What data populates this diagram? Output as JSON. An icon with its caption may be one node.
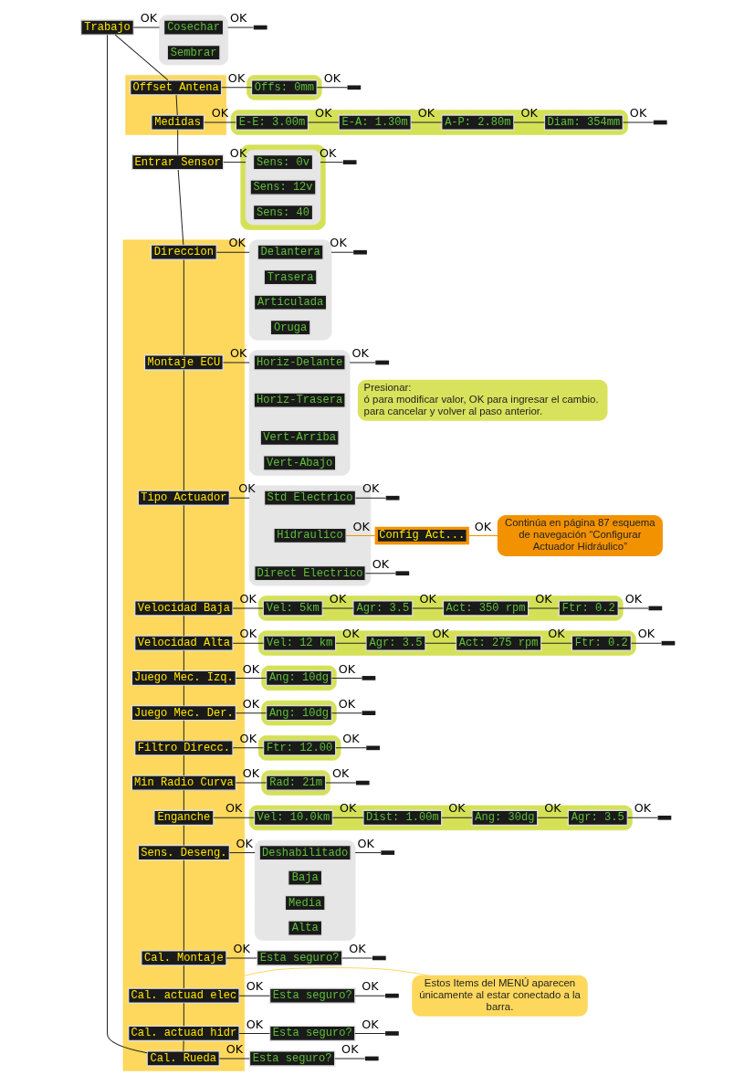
{
  "diagram": {
    "nodes": [
      {
        "text": [
          "Trabajo"
        ]
      },
      {
        "text": [],
        "shape": "box"
      },
      {
        "text": [
          "Cosechar"
        ],
        "in": 1
      },
      {
        "text": [
          "Sembrar"
        ],
        "in": 1
      },
      {
        "text": [],
        "shape": "band"
      },
      {
        "text": [
          "Offset Antena"
        ],
        "in": 4
      },
      {
        "text": [
          "Medidas"
        ],
        "in": 4
      },
      {
        "text": [],
        "shape": "box"
      },
      {
        "text": [
          "Offs: 0mm"
        ],
        "in": 7
      },
      {
        "text": [],
        "shape": "box"
      },
      {
        "text": [
          "E-E: 3.00m"
        ],
        "in": 9
      },
      {
        "text": [
          "E-A: 1.30m"
        ],
        "in": 9
      },
      {
        "text": [
          "A-P: 2.80m"
        ],
        "in": 9
      },
      {
        "text": [
          "Diam: 354mm"
        ],
        "in": 9
      },
      {
        "text": [
          "Entrar Sensor"
        ]
      },
      {
        "text": [],
        "shape": "box"
      },
      {
        "text": [],
        "shape": "box",
        "in": 15
      },
      {
        "text": [
          "Sens: 0v"
        ],
        "in": 16
      },
      {
        "text": [
          "Sens: 12v"
        ],
        "in": 16
      },
      {
        "text": [
          "Sens: 40"
        ],
        "in": 16
      },
      {
        "text": [],
        "shape": "band"
      },
      {
        "text": [
          "Direccion"
        ],
        "in": 20
      },
      {
        "text": [],
        "shape": "box"
      },
      {
        "text": [
          "Delantera"
        ],
        "in": 22
      },
      {
        "text": [
          "Trasera"
        ],
        "in": 22
      },
      {
        "text": [
          "Articulada"
        ],
        "in": 22
      },
      {
        "text": [
          "Oruga"
        ],
        "in": 22
      },
      {
        "text": [
          "Montaje ECU"
        ],
        "in": 20
      },
      {
        "text": [],
        "shape": "box"
      },
      {
        "text": [
          "Horiz-Delante"
        ],
        "in": 28
      },
      {
        "text": [
          "Horiz-Trasera"
        ],
        "in": 28
      },
      {
        "text": [
          "Vert-Arriba"
        ],
        "in": 28
      },
      {
        "text": [
          "Vert-Abajo"
        ],
        "in": 28
      },
      {
        "text": [
          "Tipo Actuador"
        ],
        "in": 20
      },
      {
        "text": [],
        "shape": "box"
      },
      {
        "text": [
          "Std Electrico"
        ],
        "in": 34
      },
      {
        "text": [
          "Hidraulico"
        ],
        "in": 34
      },
      {
        "text": [
          "Direct Electrico"
        ],
        "in": 34
      },
      {
        "text": [
          "Config Act..."
        ]
      },
      {
        "text": [
          "Continúa en página 87 esquema de navegación “Configurar Actuador Hidráulico”"
        ]
      },
      {
        "text": [
          "Velocidad Baja"
        ],
        "in": 20
      },
      {
        "text": [],
        "shape": "box"
      },
      {
        "text": [
          "Vel: 5km"
        ],
        "in": 41
      },
      {
        "text": [
          "Agr: 3.5"
        ],
        "in": 41
      },
      {
        "text": [
          "Act: 350 rpm"
        ],
        "in": 41
      },
      {
        "text": [
          "Ftr: 0.2"
        ],
        "in": 41
      },
      {
        "text": [
          "Velocidad Alta"
        ],
        "in": 20
      },
      {
        "text": [],
        "shape": "box"
      },
      {
        "text": [
          "Vel: 12 km"
        ],
        "in": 47
      },
      {
        "text": [
          "Agr: 3.5"
        ],
        "in": 47
      },
      {
        "text": [
          "Act: 275 rpm"
        ],
        "in": 47
      },
      {
        "text": [
          "Ftr: 0.2"
        ],
        "in": 47
      },
      {
        "text": [
          "Juego Mec. Izq."
        ],
        "in": 20
      },
      {
        "text": [],
        "shape": "box"
      },
      {
        "text": [
          "Ang: 10dg"
        ],
        "in": 53
      },
      {
        "text": [
          "Juego Mec. Der."
        ],
        "in": 20
      },
      {
        "text": [],
        "shape": "box"
      },
      {
        "text": [
          "Ang: 10dg"
        ],
        "in": 56
      },
      {
        "text": [
          "Filtro Direcc."
        ],
        "in": 20
      },
      {
        "text": [],
        "shape": "box"
      },
      {
        "text": [
          "Ftr: 12.00"
        ],
        "in": 59
      },
      {
        "text": [
          "Min Radio Curva"
        ],
        "in": 20
      },
      {
        "text": [],
        "shape": "box"
      },
      {
        "text": [
          "Rad: 21m"
        ],
        "in": 62
      },
      {
        "text": [
          "Enganche"
        ],
        "in": 20
      },
      {
        "text": [],
        "shape": "box"
      },
      {
        "text": [
          "Vel: 10.0km"
        ],
        "in": 65
      },
      {
        "text": [
          "Dist: 1.00m"
        ],
        "in": 65
      },
      {
        "text": [
          "Ang: 30dg"
        ],
        "in": 65
      },
      {
        "text": [
          "Agr: 3.5"
        ],
        "in": 65
      },
      {
        "text": [
          "Sens. Deseng."
        ],
        "in": 20
      },
      {
        "text": [],
        "shape": "box"
      },
      {
        "text": [
          "Deshabilitado"
        ],
        "in": 71
      },
      {
        "text": [
          "Baja"
        ],
        "in": 71
      },
      {
        "text": [
          "Media"
        ],
        "in": 71
      },
      {
        "text": [
          "Alta"
        ],
        "in": 71
      },
      {
        "text": [
          "Cal. Montaje"
        ],
        "in": 20
      },
      {
        "text": [
          "Esta seguro?"
        ]
      },
      {
        "text": [
          "Cal. actuad elec"
        ],
        "in": 20
      },
      {
        "text": [
          "Esta seguro?"
        ]
      },
      {
        "text": [
          "Cal. actuad hidr"
        ],
        "in": 20
      },
      {
        "text": [
          "Esta seguro?"
        ]
      },
      {
        "text": [
          "Cal. Rueda"
        ],
        "in": 20
      },
      {
        "text": [
          "Esta seguro?"
        ]
      },
      {
        "text": [
          "Presionar:",
          "ó para modificar valor, OK para ingresar el cambio.",
          "para cancelar y volver al paso anterior."
        ]
      },
      {
        "text": [
          "Estos Items del MENÚ aparecen únicamente al estar conectado a la barra."
        ]
      }
    ],
    "edges": [
      {
        "from": 0,
        "to": 5,
        "arrow": "none"
      },
      {
        "from": 5,
        "to": 6,
        "arrow": "none"
      },
      {
        "from": 6,
        "to": 14,
        "arrow": "none"
      },
      {
        "from": 14,
        "to": 21,
        "arrow": "none"
      },
      {
        "from": 21,
        "to": 27,
        "arrow": "none"
      },
      {
        "from": 27,
        "to": 33,
        "arrow": "none"
      },
      {
        "from": 33,
        "to": 40,
        "arrow": "none"
      },
      {
        "from": 40,
        "to": 46,
        "arrow": "none"
      },
      {
        "from": 46,
        "to": 52,
        "arrow": "none"
      },
      {
        "from": 52,
        "to": 55,
        "arrow": "none"
      },
      {
        "from": 55,
        "to": 58,
        "arrow": "none"
      },
      {
        "from": 58,
        "to": 61,
        "arrow": "none"
      },
      {
        "from": 61,
        "to": 64,
        "arrow": "none"
      },
      {
        "from": 64,
        "to": 70,
        "arrow": "none"
      },
      {
        "from": 70,
        "to": 76,
        "arrow": "none"
      },
      {
        "from": 76,
        "to": 78,
        "arrow": "none"
      },
      {
        "from": 78,
        "to": 80,
        "arrow": "none"
      },
      {
        "from": 80,
        "to": 82,
        "arrow": "none"
      },
      {
        "from": 82,
        "to": 0,
        "arrow": "none"
      },
      {
        "from": 0,
        "to": 1,
        "label": "OK",
        "arrow": "none"
      },
      {
        "from": 1,
        "to": null,
        "label": "OK",
        "arrow": "none"
      },
      {
        "from": 5,
        "to": 8,
        "label": "OK",
        "arrow": "none"
      },
      {
        "from": 8,
        "to": null,
        "label": "OK",
        "arrow": "none"
      },
      {
        "from": 6,
        "to": 10,
        "label": "OK",
        "arrow": "none"
      },
      {
        "from": 10,
        "to": 11,
        "label": "OK",
        "arrow": "none"
      },
      {
        "from": 11,
        "to": 12,
        "label": "OK",
        "arrow": "none"
      },
      {
        "from": 12,
        "to": 13,
        "label": "OK",
        "arrow": "none"
      },
      {
        "from": 13,
        "to": null,
        "label": "OK",
        "arrow": "none"
      },
      {
        "from": 14,
        "to": 16,
        "label": "OK",
        "arrow": "none"
      },
      {
        "from": 16,
        "to": null,
        "label": "OK",
        "arrow": "none"
      },
      {
        "from": 21,
        "to": 22,
        "label": "OK",
        "arrow": "none"
      },
      {
        "from": 22,
        "to": null,
        "label": "OK",
        "arrow": "none"
      },
      {
        "from": 27,
        "to": 28,
        "label": "OK",
        "arrow": "none"
      },
      {
        "from": 28,
        "to": null,
        "label": "OK",
        "arrow": "none"
      },
      {
        "from": 33,
        "to": 34,
        "label": "OK",
        "arrow": "none"
      },
      {
        "from": 35,
        "to": null,
        "label": "OK",
        "arrow": "none"
      },
      {
        "from": 36,
        "to": 38,
        "label": "OK",
        "arrow": "none",
        "color": "#f39200"
      },
      {
        "from": 37,
        "to": null,
        "label": "OK",
        "arrow": "none"
      },
      {
        "from": 38,
        "to": 39,
        "label": "OK",
        "arrow": "none",
        "color": "#f39200"
      },
      {
        "from": 40,
        "to": 42,
        "label": "OK",
        "arrow": "none"
      },
      {
        "from": 42,
        "to": 43,
        "label": "OK",
        "arrow": "none"
      },
      {
        "from": 43,
        "to": 44,
        "label": "OK",
        "arrow": "none"
      },
      {
        "from": 44,
        "to": 45,
        "label": "OK",
        "arrow": "none"
      },
      {
        "from": 45,
        "to": null,
        "label": "OK",
        "arrow": "none"
      },
      {
        "from": 46,
        "to": 48,
        "label": "OK",
        "arrow": "none"
      },
      {
        "from": 48,
        "to": 49,
        "label": "OK",
        "arrow": "none"
      },
      {
        "from": 49,
        "to": 50,
        "label": "OK",
        "arrow": "none"
      },
      {
        "from": 50,
        "to": 51,
        "label": "OK",
        "arrow": "none"
      },
      {
        "from": 51,
        "to": null,
        "label": "OK",
        "arrow": "none"
      },
      {
        "from": 52,
        "to": 54,
        "label": "OK",
        "arrow": "none"
      },
      {
        "from": 54,
        "to": null,
        "label": "OK",
        "arrow": "none"
      },
      {
        "from": 55,
        "to": 57,
        "label": "OK",
        "arrow": "none"
      },
      {
        "from": 57,
        "to": null,
        "label": "OK",
        "arrow": "none"
      },
      {
        "from": 58,
        "to": 60,
        "label": "OK",
        "arrow": "none"
      },
      {
        "from": 60,
        "to": null,
        "label": "OK",
        "arrow": "none"
      },
      {
        "from": 61,
        "to": 63,
        "label": "OK",
        "arrow": "none"
      },
      {
        "from": 63,
        "to": null,
        "label": "OK",
        "arrow": "none"
      },
      {
        "from": 64,
        "to": 66,
        "label": "OK",
        "arrow": "none"
      },
      {
        "from": 66,
        "to": 67,
        "label": "OK",
        "arrow": "none"
      },
      {
        "from": 67,
        "to": 68,
        "label": "OK",
        "arrow": "none"
      },
      {
        "from": 68,
        "to": 69,
        "label": "OK",
        "arrow": "none"
      },
      {
        "from": 69,
        "to": null,
        "label": "OK",
        "arrow": "none"
      },
      {
        "from": 70,
        "to": 71,
        "label": "OK",
        "arrow": "none"
      },
      {
        "from": 71,
        "to": null,
        "label": "OK",
        "arrow": "none"
      },
      {
        "from": 76,
        "to": 77,
        "label": "OK",
        "arrow": "none"
      },
      {
        "from": 77,
        "to": null,
        "label": "OK",
        "arrow": "none"
      },
      {
        "from": 78,
        "to": 79,
        "label": "OK",
        "arrow": "none"
      },
      {
        "from": 79,
        "to": null,
        "label": "OK",
        "arrow": "none"
      },
      {
        "from": 80,
        "to": 81,
        "label": "OK",
        "arrow": "none"
      },
      {
        "from": 81,
        "to": null,
        "label": "OK",
        "arrow": "none"
      },
      {
        "from": 82,
        "to": 83,
        "label": "OK",
        "arrow": "none"
      },
      {
        "from": 83,
        "to": null,
        "label": "OK",
        "arrow": "none"
      },
      {
        "from": 85,
        "to": 20,
        "arrow": "none",
        "color": "#fdd85d"
      }
    ]
  }
}
